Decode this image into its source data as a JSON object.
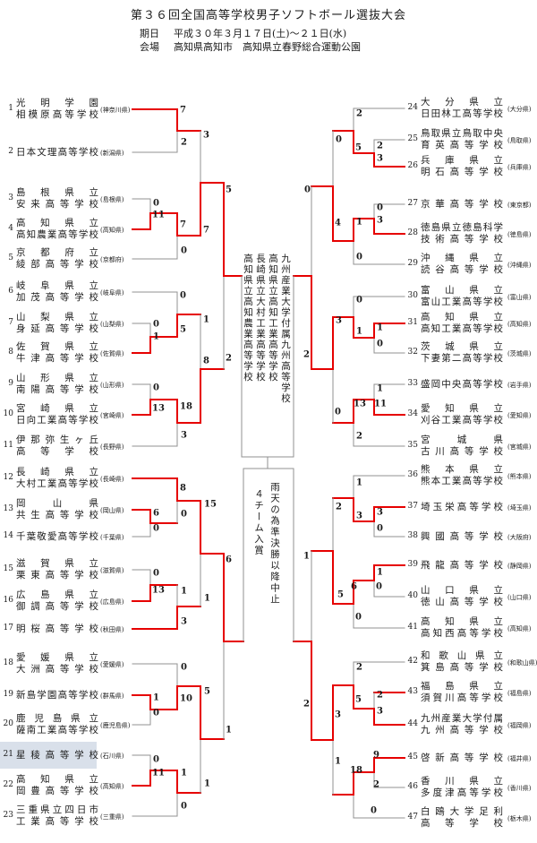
{
  "header": {
    "title": "第３６回全国高等学校男子ソフトボール選抜大会",
    "date_label": "期日",
    "date": "平成３０年３月１７日(土)～２１日(水)",
    "venue_label": "会場",
    "venue": "高知県高知市　高知県立春野総合運動公園"
  },
  "center": {
    "semifinalists": [
      "高知県立高知農業高等学校",
      "長崎県立大村工業高等学校",
      "高知県立高知工業高等学校",
      "九州産業大学付属九州高等学校"
    ],
    "note_line1": "雨天の為準決勝以降中止",
    "note_line2": "４チーム入賞"
  },
  "highlighted_seed": 21,
  "colors": {
    "winner": "#e60000",
    "loser": "#909090",
    "highlight": "#d9e0ea"
  },
  "teams": [
    {
      "no": "1",
      "lines": [
        "光明学園",
        "相模原高等学校"
      ],
      "pref": "(神奈川県)"
    },
    {
      "no": "2",
      "lines": [
        "日本文理高等学校"
      ],
      "pref": "(新潟県)"
    },
    {
      "no": "3",
      "lines": [
        "島根県立",
        "安来高等学校"
      ],
      "pref": "(島根県)"
    },
    {
      "no": "4",
      "lines": [
        "高知県立",
        "高知農業高等学校"
      ],
      "pref": "(高知県)"
    },
    {
      "no": "5",
      "lines": [
        "京都府立",
        "綾部高等学校"
      ],
      "pref": "(京都府)"
    },
    {
      "no": "6",
      "lines": [
        "岐阜県立",
        "加茂高等学校"
      ],
      "pref": "(岐阜県)"
    },
    {
      "no": "7",
      "lines": [
        "山梨県立",
        "身延高等学校"
      ],
      "pref": "(山梨県)"
    },
    {
      "no": "8",
      "lines": [
        "佐賀県立",
        "牛津高等学校"
      ],
      "pref": "(佐賀県)"
    },
    {
      "no": "9",
      "lines": [
        "山形県立",
        "南陽高等学校"
      ],
      "pref": "(山形県)"
    },
    {
      "no": "10",
      "lines": [
        "宮崎県立",
        "日向工業高等学校"
      ],
      "pref": "(宮崎県)"
    },
    {
      "no": "11",
      "lines": [
        "伊那弥生ヶ丘",
        "高等学校"
      ],
      "pref": "(長野県)"
    },
    {
      "no": "12",
      "lines": [
        "長崎県立",
        "大村工業高等学校"
      ],
      "pref": "(長崎県)"
    },
    {
      "no": "13",
      "lines": [
        "岡山県",
        "共生高等学校"
      ],
      "pref": "(岡山県)"
    },
    {
      "no": "14",
      "lines": [
        "千葉敬愛高等学校"
      ],
      "pref": "(千葉県)"
    },
    {
      "no": "15",
      "lines": [
        "滋賀県立",
        "栗東高等学校"
      ],
      "pref": "(滋賀県)"
    },
    {
      "no": "16",
      "lines": [
        "広島県立",
        "御調高等学校"
      ],
      "pref": "(広島県)"
    },
    {
      "no": "17",
      "lines": [
        "明桜高等学校"
      ],
      "pref": "(秋田県)"
    },
    {
      "no": "18",
      "lines": [
        "愛媛県立",
        "大洲高等学校"
      ],
      "pref": "(愛媛県)"
    },
    {
      "no": "19",
      "lines": [
        "新島学園高等学校"
      ],
      "pref": "(群馬県)"
    },
    {
      "no": "20",
      "lines": [
        "鹿児島県立",
        "薩南工業高等学校"
      ],
      "pref": "(鹿児島県)"
    },
    {
      "no": "21",
      "lines": [
        "星稜高等学校"
      ],
      "pref": "(石川県)"
    },
    {
      "no": "22",
      "lines": [
        "高知県立",
        "岡豊高等学校"
      ],
      "pref": "(高知県)"
    },
    {
      "no": "23",
      "lines": [
        "三重県立四日市",
        "工業高等学校"
      ],
      "pref": "(三重県)"
    },
    {
      "no": "24",
      "lines": [
        "大分県立",
        "日田林工高等学校"
      ],
      "pref": "(大分県)"
    },
    {
      "no": "25",
      "lines": [
        "鳥取県立鳥取中央",
        "育英高等学校"
      ],
      "pref": "(鳥取県)"
    },
    {
      "no": "26",
      "lines": [
        "兵庫県立",
        "明石高等学校"
      ],
      "pref": "(兵庫県)"
    },
    {
      "no": "27",
      "lines": [
        "京華高等学校"
      ],
      "pref": "(東京都)"
    },
    {
      "no": "28",
      "lines": [
        "徳島県立徳島科学",
        "技術高等学校"
      ],
      "pref": "(徳島県)"
    },
    {
      "no": "29",
      "lines": [
        "沖縄県立",
        "読谷高等学校"
      ],
      "pref": "(沖縄県)"
    },
    {
      "no": "30",
      "lines": [
        "富山県立",
        "富山工業高等学校"
      ],
      "pref": "(富山県)"
    },
    {
      "no": "31",
      "lines": [
        "高知県立",
        "高知工業高等学校"
      ],
      "pref": "(高知県)"
    },
    {
      "no": "32",
      "lines": [
        "茨城県立",
        "下妻第二高等学校"
      ],
      "pref": "(茨城県)"
    },
    {
      "no": "33",
      "lines": [
        "盛岡中央高等学校"
      ],
      "pref": "(岩手県)"
    },
    {
      "no": "34",
      "lines": [
        "愛知県立",
        "刈谷工業高等学校"
      ],
      "pref": "(愛知県)"
    },
    {
      "no": "35",
      "lines": [
        "宮城県",
        "古川高等学校"
      ],
      "pref": "(宮城県)"
    },
    {
      "no": "36",
      "lines": [
        "熊本県立",
        "熊本工業高等学校"
      ],
      "pref": "(熊本県)"
    },
    {
      "no": "37",
      "lines": [
        "埼玉栄高等学校"
      ],
      "pref": "(埼玉県)"
    },
    {
      "no": "38",
      "lines": [
        "興國高等学校"
      ],
      "pref": "(大阪府)"
    },
    {
      "no": "39",
      "lines": [
        "飛龍高等学校"
      ],
      "pref": "(静岡県)"
    },
    {
      "no": "40",
      "lines": [
        "山口県立",
        "徳山高等学校"
      ],
      "pref": "(山口県)"
    },
    {
      "no": "41",
      "lines": [
        "高知県立",
        "高知西高等学校"
      ],
      "pref": "(高知県)"
    },
    {
      "no": "42",
      "lines": [
        "和歌山県立",
        "箕島高等学校"
      ],
      "pref": "(和歌山県)"
    },
    {
      "no": "43",
      "lines": [
        "福島県立",
        "須賀川高等学校"
      ],
      "pref": "(福島県)"
    },
    {
      "no": "44",
      "lines": [
        "九州産業大学付属",
        "九州高等学校"
      ],
      "pref": "(福岡県)"
    },
    {
      "no": "45",
      "lines": [
        "啓新高等学校"
      ],
      "pref": "(福井県)"
    },
    {
      "no": "46",
      "lines": [
        "香川県立",
        "多度津高等学校"
      ],
      "pref": "(香川県)"
    },
    {
      "no": "47",
      "lines": [
        "白鴎大学足利",
        "高等学校"
      ],
      "pref": "(栃木県)"
    }
  ],
  "scores": {
    "l_r2_a": {
      "t": "7",
      "b": "2"
    },
    "l_r1_b": {
      "t": "0",
      "b": "11"
    },
    "l_r2_b": {
      "t": "7",
      "b": "0"
    },
    "l_qf_t1": {
      "t": "3",
      "b": "7"
    },
    "l_hf_t": {
      "t": "5",
      "b": "2"
    },
    "l_r1_d": {
      "t": "0",
      "b": "1"
    },
    "l_r2_c": {
      "t": "0",
      "b": "5"
    },
    "l_r1_e": {
      "t": "0",
      "b": "13"
    },
    "l_r2_e": {
      "t": "18",
      "b": "3"
    },
    "l_qf_t2": {
      "t": "1",
      "b": "8"
    },
    "l_r1_g": {
      "t": "6",
      "b": "0"
    },
    "l_r2_f": {
      "t": "8",
      "b": "0"
    },
    "l_r1_h": {
      "t": "0",
      "b": "13"
    },
    "l_r2_h": {
      "t": "1",
      "b": "3"
    },
    "l_qf_b1": {
      "t": "15",
      "b": "1"
    },
    "l_r1_j": {
      "t": "1",
      "b": "0"
    },
    "l_r2_i": {
      "t": "0",
      "b": "10"
    },
    "l_r1_k": {
      "t": "0",
      "b": "11"
    },
    "l_r2_k": {
      "t": "1",
      "b": "0"
    },
    "l_qf_b2": {
      "t": "5",
      "b": "1"
    },
    "l_hf_b": {
      "t": "6",
      "b": "1"
    },
    "r_r2_a": {
      "t": "2",
      "b": "5"
    },
    "r_r1_b": {
      "t": "2",
      "b": "3"
    },
    "r_r1_c": {
      "t": "0",
      "b": "3"
    },
    "r_r2_c": {
      "t": "1",
      "b": "0"
    },
    "r_qf_t1": {
      "t": "0",
      "b": "4"
    },
    "r_hf_t": {
      "t": "0",
      "b": "2"
    },
    "r_r2_d": {
      "t": "0",
      "b": "1"
    },
    "r_r1_d": {
      "t": "1",
      "b": "0"
    },
    "r_r1_e": {
      "t": "1",
      "b": "11"
    },
    "r_r2_e": {
      "t": "13",
      "b": "2"
    },
    "r_qf_t2": {
      "t": "3",
      "b": "0"
    },
    "r_r2_f": {
      "t": "1",
      "b": "3"
    },
    "r_r1_f": {
      "t": "3",
      "b": "0"
    },
    "r_r1_g": {
      "t": "1",
      "b": "0"
    },
    "r_r2_g": {
      "t": "6",
      "b": "0"
    },
    "r_qf_b1": {
      "t": "2",
      "b": "5"
    },
    "r_hf_b": {
      "t": "1",
      "b": "2"
    },
    "r_r2_h": {
      "t": "2",
      "b": "5"
    },
    "r_r1_h": {
      "t": "2",
      "b": "3"
    },
    "r_r1_i": {
      "t": "9",
      "b": "2"
    },
    "r_r2_i": {
      "t": "18",
      "b": "0"
    },
    "r_qf_b2": {
      "t": "3",
      "b": "1"
    }
  }
}
